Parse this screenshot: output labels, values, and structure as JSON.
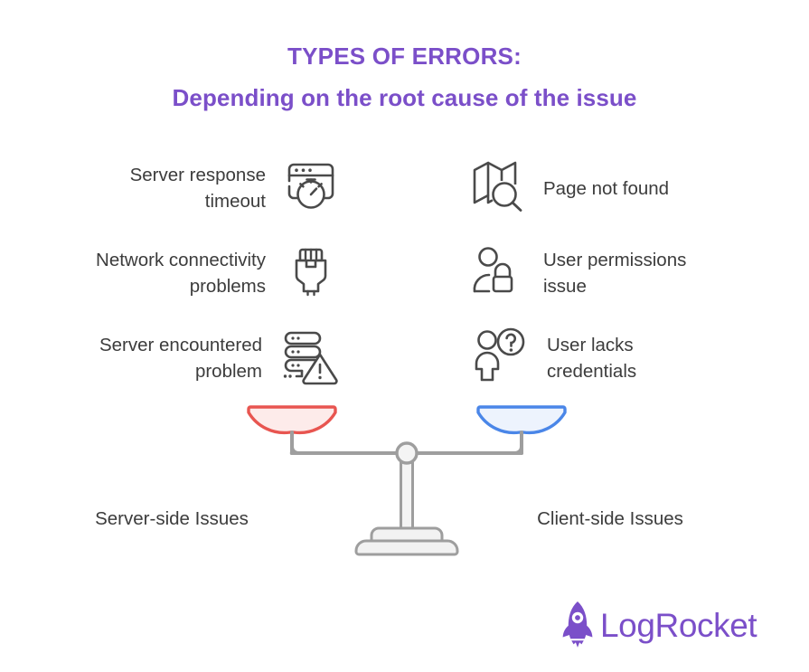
{
  "title": {
    "line1": "TYPES OF ERRORS:",
    "line2": "Depending on the root cause of the issue",
    "color": "#7B4FC9"
  },
  "colors": {
    "accent_purple": "#7B4FC9",
    "text_gray": "#3C3C3C",
    "icon_stroke": "#4A4A4A",
    "pan_red_stroke": "#E85550",
    "pan_red_fill": "#FDEBEA",
    "pan_blue_stroke": "#4A86E8",
    "pan_blue_fill": "#EDF3FD",
    "scale_gray": "#9E9E9E",
    "scale_fill": "#F2F2F2",
    "background": "#FFFFFF"
  },
  "left_column": {
    "side_label": "Server-side Issues",
    "items": [
      {
        "label": "Server response\ntimeout",
        "icon": "browser-stopwatch-icon"
      },
      {
        "label": "Network connectivity\nproblems",
        "icon": "ethernet-plug-icon"
      },
      {
        "label": "Server encountered\nproblem",
        "icon": "server-warning-icon"
      }
    ]
  },
  "right_column": {
    "side_label": "Client-side Issues",
    "items": [
      {
        "label": "Page not found",
        "icon": "map-search-icon"
      },
      {
        "label": "User permissions\nissue",
        "icon": "user-lock-icon"
      },
      {
        "label": "User lacks\ncredentials",
        "icon": "user-question-icon"
      }
    ]
  },
  "scale": {
    "name": "balance-scale",
    "left_pan_color": "#E85550",
    "right_pan_color": "#4A86E8",
    "state": "balanced"
  },
  "logo": {
    "text": "LogRocket",
    "icon": "rocket-icon",
    "color": "#7B4FC9"
  }
}
